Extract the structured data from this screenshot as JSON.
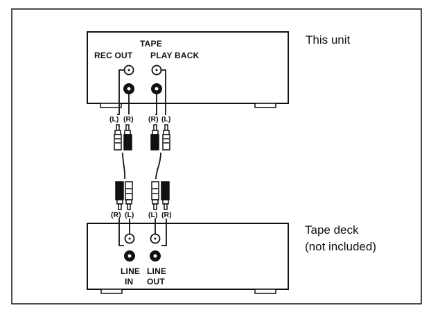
{
  "unit": {
    "caption": "This unit",
    "section_label": "TAPE",
    "rec_out_label": "REC OUT",
    "play_back_label": "PLAY BACK",
    "rec_out_pins": [
      "(L)",
      "(R)"
    ],
    "play_back_pins": [
      "(R)",
      "(L)"
    ]
  },
  "deck": {
    "caption_line1": "Tape deck",
    "caption_line2": "(not included)",
    "line_in_label_top": "LINE",
    "line_in_label_bottom": "IN",
    "line_out_label_top": "LINE",
    "line_out_label_bottom": "OUT",
    "line_in_pins": [
      "(R)",
      "(L)"
    ],
    "line_out_pins": [
      "(L)",
      "(R)"
    ]
  }
}
